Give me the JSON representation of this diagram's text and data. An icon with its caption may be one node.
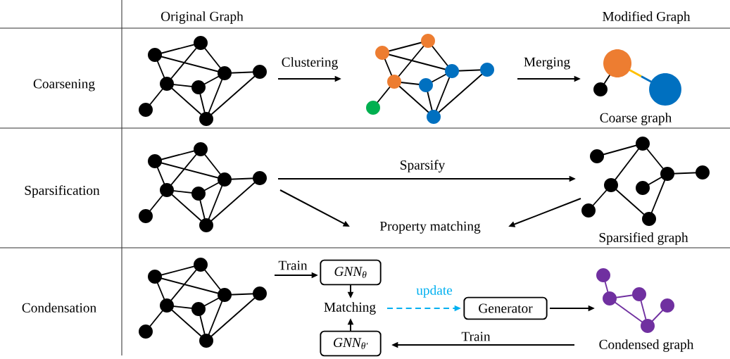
{
  "diagram": {
    "nodes": [
      {
        "text": [],
        "shape": "picture"
      },
      {
        "text": [],
        "shape": "picture"
      },
      {
        "text": [],
        "shape": "picture",
        "beside": [
          "Coarse graph"
        ]
      },
      {
        "text": [],
        "shape": "picture"
      },
      {
        "text": [],
        "shape": "picture",
        "beside": [
          "Sparsified graph"
        ]
      },
      {
        "text": [
          "Property matching"
        ]
      },
      {
        "text": [],
        "shape": "picture"
      },
      {
        "text": [
          "GNN$_{θ}$"
        ]
      },
      {
        "text": [
          "Matching"
        ]
      },
      {
        "text": [
          "Generator"
        ]
      },
      {
        "text": [],
        "shape": "picture",
        "beside": [
          "Condensed graph"
        ]
      },
      {
        "text": [
          "GNN$_{θ′}$"
        ]
      }
    ],
    "edges": [
      {
        "from": 0,
        "to": 1,
        "arrow": "to",
        "label": "Clustering"
      },
      {
        "from": 1,
        "to": 2,
        "arrow": "to",
        "label": "Merging"
      },
      {
        "from": 3,
        "to": 4,
        "arrow": "to",
        "label": "Sparsify"
      },
      {
        "from": 3,
        "to": 5,
        "arrow": "to"
      },
      {
        "from": 4,
        "to": 5,
        "arrow": "to"
      },
      {
        "from": 6,
        "to": 7,
        "arrow": "to",
        "label": "Train"
      },
      {
        "from": 7,
        "to": 8,
        "arrow": "to"
      },
      {
        "from": 11,
        "to": 8,
        "arrow": "to"
      },
      {
        "from": 8,
        "to": 9,
        "arrow": "to",
        "label": "update",
        "style": "dashed",
        "color": "#00b0f0"
      },
      {
        "from": 9,
        "to": 10,
        "arrow": "to"
      },
      {
        "from": 10,
        "to": 11,
        "arrow": "to",
        "label": "Train"
      }
    ],
    "labels": [
      "Original Graph",
      "Modified Graph",
      "Coarsening",
      "Sparsification",
      "Condensation"
    ]
  }
}
